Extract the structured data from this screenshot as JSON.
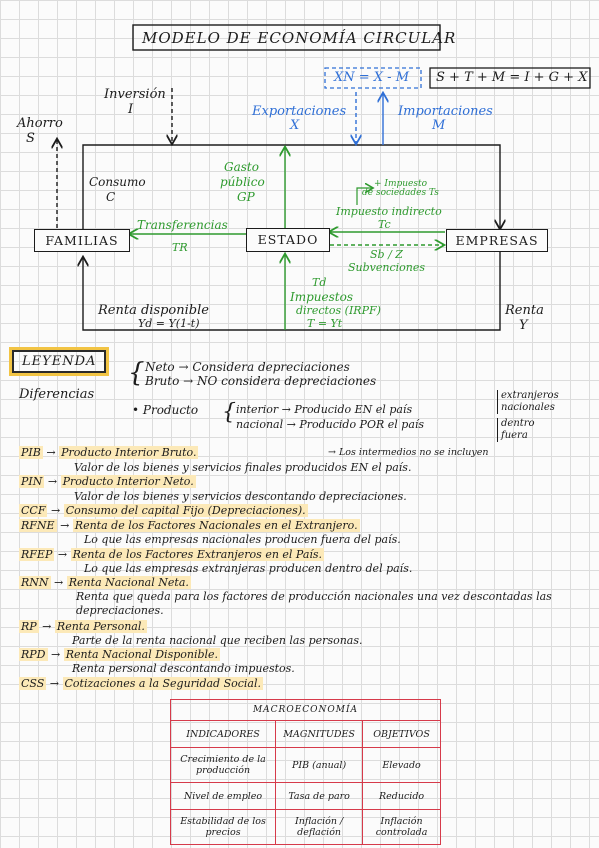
{
  "title": "MODELO DE ECONOMÍA CIRCULAR",
  "formula_x": "XN = X - M",
  "formula_eq": "S + T + M = I + G + X",
  "diagram": {
    "ahorro": "Ahorro",
    "ahorro_sym": "S",
    "inversion": "Inversión",
    "inversion_sym": "I",
    "exportaciones": "Exportaciones",
    "export_sym": "X",
    "importaciones": "Importaciones",
    "import_sym": "M",
    "consumo": "Consumo",
    "consumo_sym": "C",
    "gasto": [
      "Gasto",
      "público",
      "GP"
    ],
    "impuesto_soc": [
      "+ Impuesto",
      "de sociedades Ts"
    ],
    "impuesto_ind": "Impuesto indirecto",
    "impuesto_ind_sym": "Tc",
    "transferencias": "Transferencias",
    "tr": "TR",
    "sb": "Sb / Z",
    "subvenciones": "Subvenciones",
    "td": "Td",
    "impuestos_directos": [
      "Impuestos",
      "directos (IRPF)",
      "T = Yt"
    ],
    "renta_disp": "Renta disponible",
    "yd": "Yd = Y(1-t)",
    "renta": "Renta",
    "renta_sym": "Y",
    "familias": "FAMILIAS",
    "estado": "ESTADO",
    "empresas": "EMPRESAS"
  },
  "legend": {
    "title": "LEYENDA",
    "diferencias": "Diferencias",
    "neto": "Neto → Considera depreciaciones",
    "bruto": "Bruto → NO considera depreciaciones",
    "producto": "• Producto",
    "interior": "interior → Producido EN el país",
    "nacional": "nacional → Producido POR el país",
    "extranjeros": [
      "extranjeros",
      "nacionales"
    ],
    "dentro": [
      "dentro",
      "fuera"
    ]
  },
  "definitions": [
    {
      "abbr": "PIB",
      "term": "Producto Interior Bruto.",
      "note": "→ Los intermedios no se incluyen",
      "desc": "Valor de los bienes y servicios finales producidos EN el país."
    },
    {
      "abbr": "PIN",
      "term": "Producto Interior Neto.",
      "note": "",
      "desc": "Valor de los bienes y servicios descontando depreciaciones."
    },
    {
      "abbr": "CCF",
      "term": "Consumo del capital Fijo (Depreciaciones).",
      "note": "",
      "desc": ""
    },
    {
      "abbr": "RFNE",
      "term": "Renta de los Factores Nacionales en el Extranjero.",
      "note": "",
      "desc": "Lo que las empresas nacionales producen fuera del país."
    },
    {
      "abbr": "RFEP",
      "term": "Renta de los Factores Extranjeros en el País.",
      "note": "",
      "desc": "Lo que las empresas extranjeras producen dentro del país."
    },
    {
      "abbr": "RNN",
      "term": "Renta Nacional Neta.",
      "note": "",
      "desc": "Renta que queda para los factores de producción nacionales una vez descontadas las depreciaciones."
    },
    {
      "abbr": "RP",
      "term": "Renta Personal.",
      "note": "",
      "desc": "Parte de la renta nacional que reciben las personas."
    },
    {
      "abbr": "RPD",
      "term": "Renta Nacional Disponible.",
      "note": "",
      "desc": "Renta personal descontando impuestos."
    },
    {
      "abbr": "CSS",
      "term": "Cotizaciones a la Seguridad Social.",
      "note": "",
      "desc": ""
    }
  ],
  "table": {
    "title": "MACROECONOMÍA",
    "headers": [
      "INDICADORES",
      "MAGNITUDES",
      "OBJETIVOS"
    ],
    "rows": [
      [
        "Crecimiento de la producción",
        "PIB (anual)",
        "Elevado"
      ],
      [
        "Nivel de empleo",
        "Tasa de paro",
        "Reducido"
      ],
      [
        "Estabilidad de los precios",
        "Inflación / deflación",
        "Inflación controlada"
      ]
    ]
  }
}
